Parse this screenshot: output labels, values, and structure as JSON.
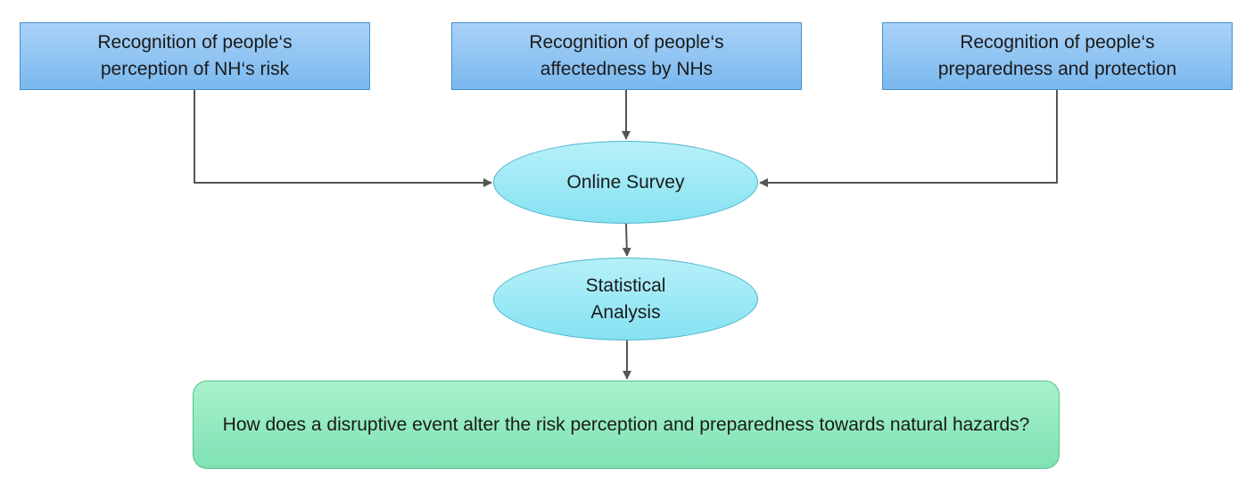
{
  "nodes": {
    "perception": "Recognition of people‘s perception of NH‘s risk",
    "affectedness": "Recognition of people‘s affectedness by NHs",
    "preparedness": "Recognition of people‘s preparedness and protection",
    "online_survey": "Online Survey",
    "statistical_analysis": "Statistical Analysis",
    "research_question": "How does a disruptive event alter the risk perception and preparedness towards natural hazards?"
  },
  "edges": [
    {
      "from": "perception",
      "to": "online_survey"
    },
    {
      "from": "affectedness",
      "to": "online_survey"
    },
    {
      "from": "preparedness",
      "to": "online_survey"
    },
    {
      "from": "online_survey",
      "to": "statistical_analysis"
    },
    {
      "from": "statistical_analysis",
      "to": "research_question"
    }
  ],
  "colors": {
    "input_box_fill": "#8fc4f3",
    "input_box_border": "#4a90c8",
    "process_oval_fill": "#9ee8f5",
    "process_oval_border": "#4fb5cc",
    "result_box_fill": "#93eac0",
    "result_box_border": "#4fc28a",
    "connector": "#555555"
  }
}
